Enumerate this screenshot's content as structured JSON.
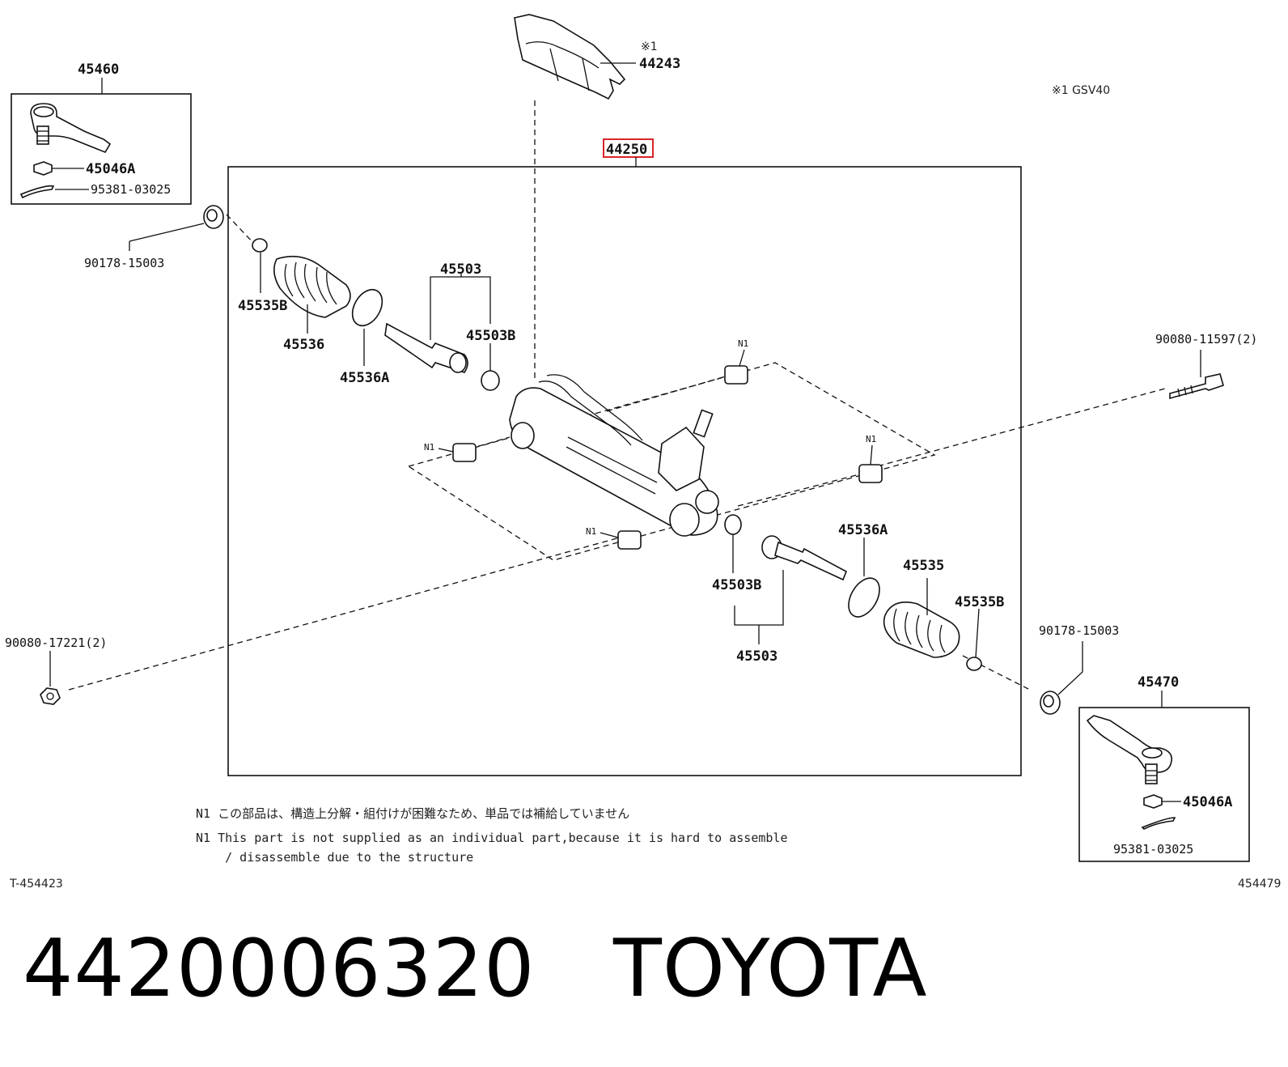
{
  "diagram": {
    "assemblies": {
      "tie_rod_end_left": "45460",
      "tie_rod_end_right": "45470",
      "gear_assembly": "44250",
      "insulator": "44243"
    },
    "labels": {
      "nut_45046a_left": "45046A",
      "nut_45046a_right": "45046A",
      "pin_left": "95381-03025",
      "pin_right": "95381-03025",
      "bushing_left": "90178-15003",
      "bushing_right": "90178-15003",
      "clamp_left": "45535B",
      "clamp_right": "45535B",
      "boot_left": "45536",
      "boot_right": "45535",
      "ring_left": "45536A",
      "ring_right": "45536A",
      "rod_left": "45503",
      "rod_right": "45503",
      "washer_left": "45503B",
      "washer_right": "45503B",
      "bolt": "90080-11597(2)",
      "nut_bottom": "90080-17221(2)",
      "n1": "N1",
      "star_mark": "※1",
      "star_note": "※1  GSV40"
    },
    "notes": {
      "n1_jp": "N1  この部品は、構造上分解・組付けが困難なため、単品では補給していません",
      "n1_en_1": "N1  This part is not supplied as an individual part,because it is hard to assemble",
      "n1_en_2": "    / disassemble due to the structure"
    },
    "figure_code_left": "T-454423",
    "figure_code_right": "454479",
    "highlight_color": "#d9252a"
  },
  "footer": {
    "part_number": "4420006320",
    "brand": "TOYOTA",
    "title": "4420006320   TOYOTA"
  }
}
